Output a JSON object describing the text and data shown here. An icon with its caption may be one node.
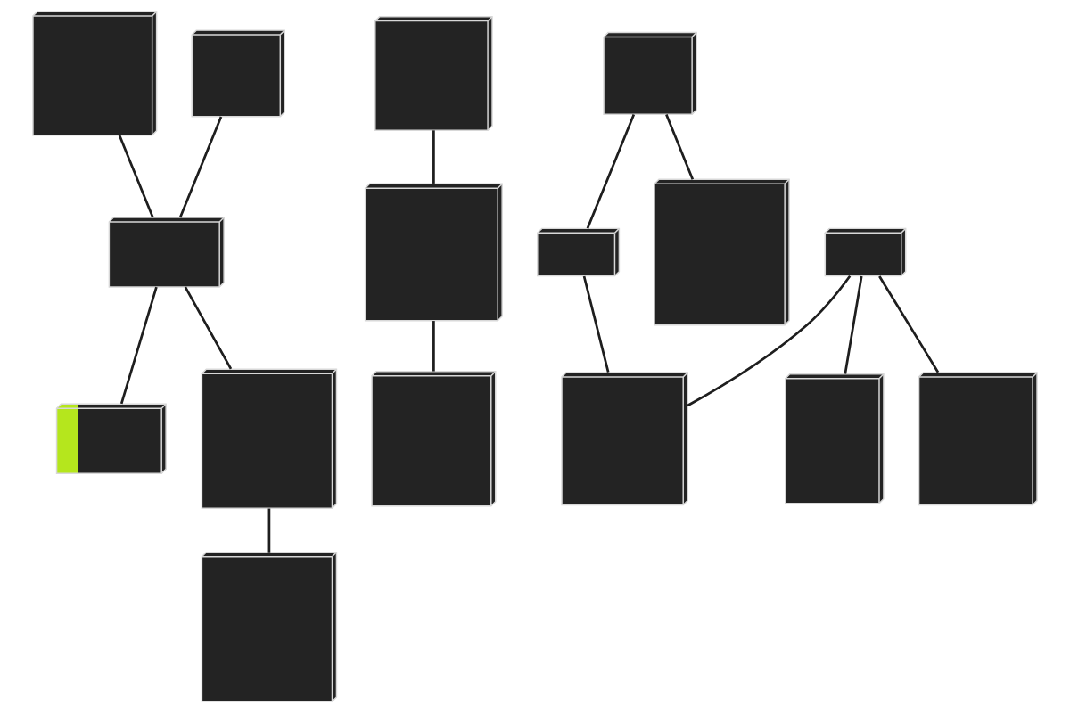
{
  "diagram": {
    "nodes": [
      {
        "text": [],
        "shape": "box"
      },
      {
        "text": [],
        "shape": "box"
      },
      {
        "text": [],
        "shape": "box"
      },
      {
        "text": [],
        "shape": "box"
      },
      {
        "text": [],
        "shape": "box"
      },
      {
        "text": [],
        "shape": "box"
      },
      {
        "text": [],
        "shape": "box"
      },
      {
        "text": [],
        "shape": "box"
      },
      {
        "text": [],
        "shape": "box"
      },
      {
        "text": [],
        "shape": "box"
      },
      {
        "text": [],
        "shape": "box"
      },
      {
        "text": [],
        "shape": "box"
      },
      {
        "text": [],
        "shape": "box"
      },
      {
        "text": [],
        "shape": "box"
      },
      {
        "text": [],
        "shape": "box"
      },
      {
        "text": [],
        "shape": "box"
      }
    ],
    "edges": [
      {
        "from": 0,
        "to": 2,
        "arrow": "none"
      },
      {
        "from": 1,
        "to": 2,
        "arrow": "none"
      },
      {
        "from": 2,
        "to": 4,
        "arrow": "none"
      },
      {
        "from": 2,
        "to": 5,
        "arrow": "none"
      },
      {
        "from": 3,
        "to": 6,
        "arrow": "none"
      },
      {
        "from": 7,
        "to": 9,
        "arrow": "none"
      },
      {
        "from": 7,
        "to": 13,
        "arrow": "none"
      },
      {
        "from": 8,
        "to": 10,
        "arrow": "none"
      },
      {
        "from": 8,
        "to": 11,
        "arrow": "none"
      },
      {
        "from": 8,
        "to": 12,
        "arrow": "none"
      },
      {
        "from": 9,
        "to": 12,
        "arrow": "none"
      },
      {
        "from": 5,
        "to": 14,
        "arrow": "none"
      },
      {
        "from": 6,
        "to": 15,
        "arrow": "none"
      }
    ]
  }
}
